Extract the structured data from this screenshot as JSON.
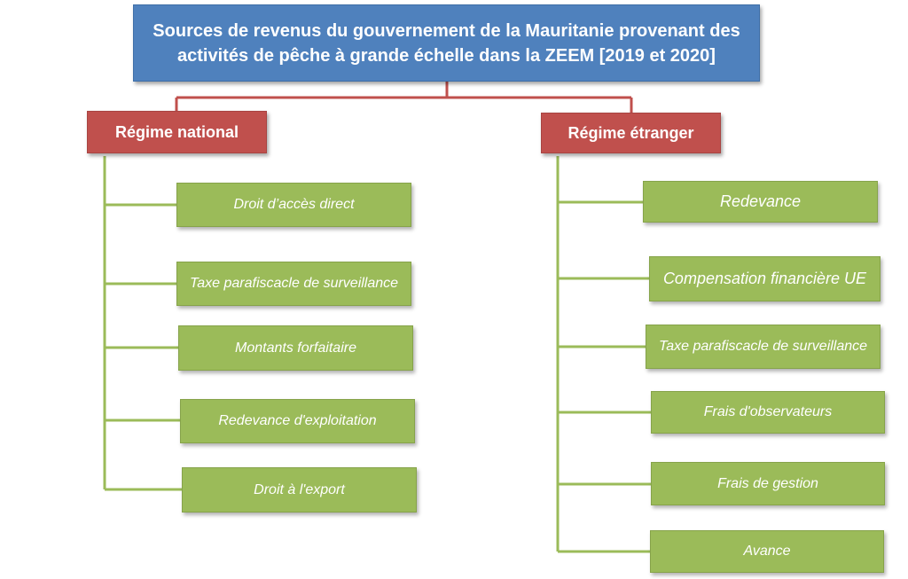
{
  "title": "Sources de revenus du gouvernement de la Mauritanie provenant des activités de pêche à grande échelle dans la ZEEM [2019 et 2020]",
  "colors": {
    "title_fill": "#4f81bd",
    "regime_fill": "#c0504d",
    "item_fill": "#9bbb59",
    "connector_top": "#c0504d",
    "connector_items": "#9bbb59"
  },
  "national": {
    "label": "Régime national",
    "items": [
      "Droit d’accès direct",
      "Taxe parafiscacle de surveillance",
      "Montants forfaitaire",
      "Redevance d'exploitation",
      "Droit à l'export"
    ]
  },
  "etranger": {
    "label": "Régime étranger",
    "items": [
      "Redevance",
      "Compensation financière UE",
      "Taxe parafiscacle de surveillance",
      "Frais d'observateurs",
      "Frais de gestion",
      "Avance"
    ]
  }
}
